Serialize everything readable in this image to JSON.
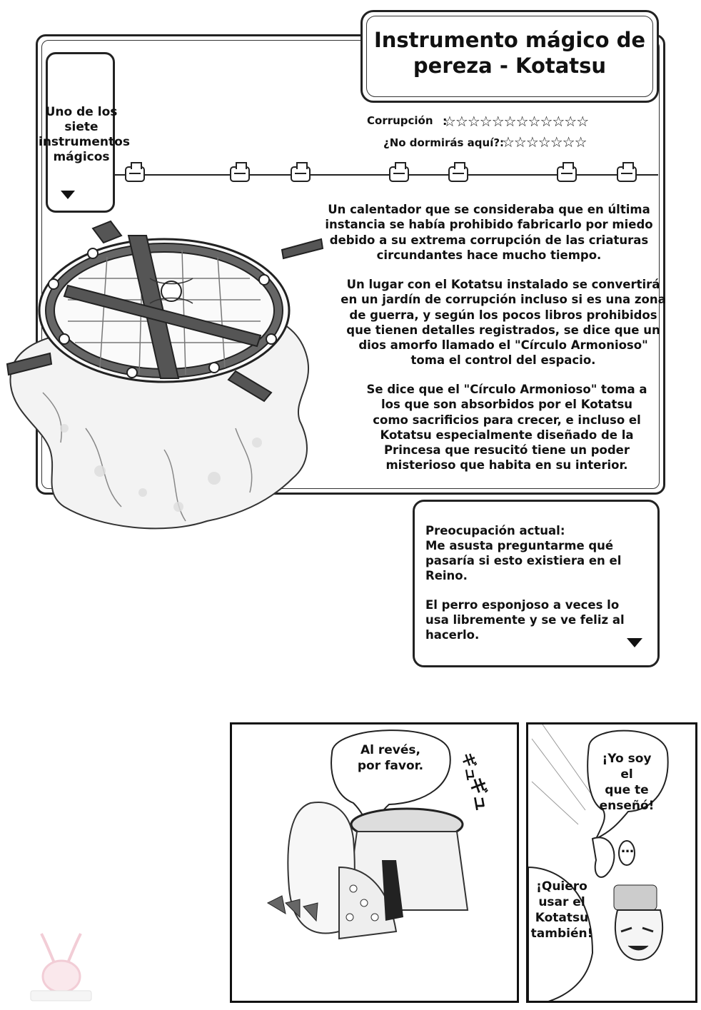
{
  "title": "Instrumento mágico de\npereza - Kotatsu",
  "tag": {
    "text": "Uno de los\nsiete\ninstrumentos\nmágicos"
  },
  "ratings": [
    {
      "label": "Corrupción",
      "colon": ":",
      "stars": "☆☆☆☆☆☆☆☆☆☆☆☆",
      "count": 12
    },
    {
      "label": "¿No dormirás aquí?:",
      "stars": "☆☆☆☆☆☆☆",
      "count": 7
    }
  ],
  "description": [
    "Un calentador que se consideraba que en última\ninstancia se había prohibido fabricarlo por miedo\ndebido a su extrema corrupción de las criaturas\ncircundantes hace mucho tiempo.",
    "Un lugar con el Kotatsu instalado se convertirá\nen un jardín de corrupción incluso si es una zona\nde guerra, y según los pocos libros prohibidos\nque tienen detalles registrados, se dice que un\ndios amorfo llamado el \"Círculo Armonioso\"\ntoma el control del espacio.",
    "Se dice que el \"Círculo Armonioso\" toma a\nlos que son absorbidos por el Kotatsu\ncomo sacrificios para crecer, e incluso el\nKotatsu especialmente diseñado de la\nPrincesa que resucitó tiene un poder\nmisterioso que habita en su interior."
  ],
  "concern": {
    "heading": "Preocupación actual:",
    "p1": "Me asusta preguntarme qué\npasaría si esto existiera en el\nReino.",
    "p2": "El perro esponjoso a veces lo\nusa libremente y se ve feliz al\nhacerlo."
  },
  "comic": {
    "bubble1": "Al revés,\npor favor.",
    "sfx1": "ギュ",
    "sfx2": "ギュ",
    "bubble2": "¡Yo soy el\nque te\nenseñó!",
    "ellipsis": "…",
    "bubble3": "¡Quiero\nusar el\nKotatsu\ntambién!"
  }
}
